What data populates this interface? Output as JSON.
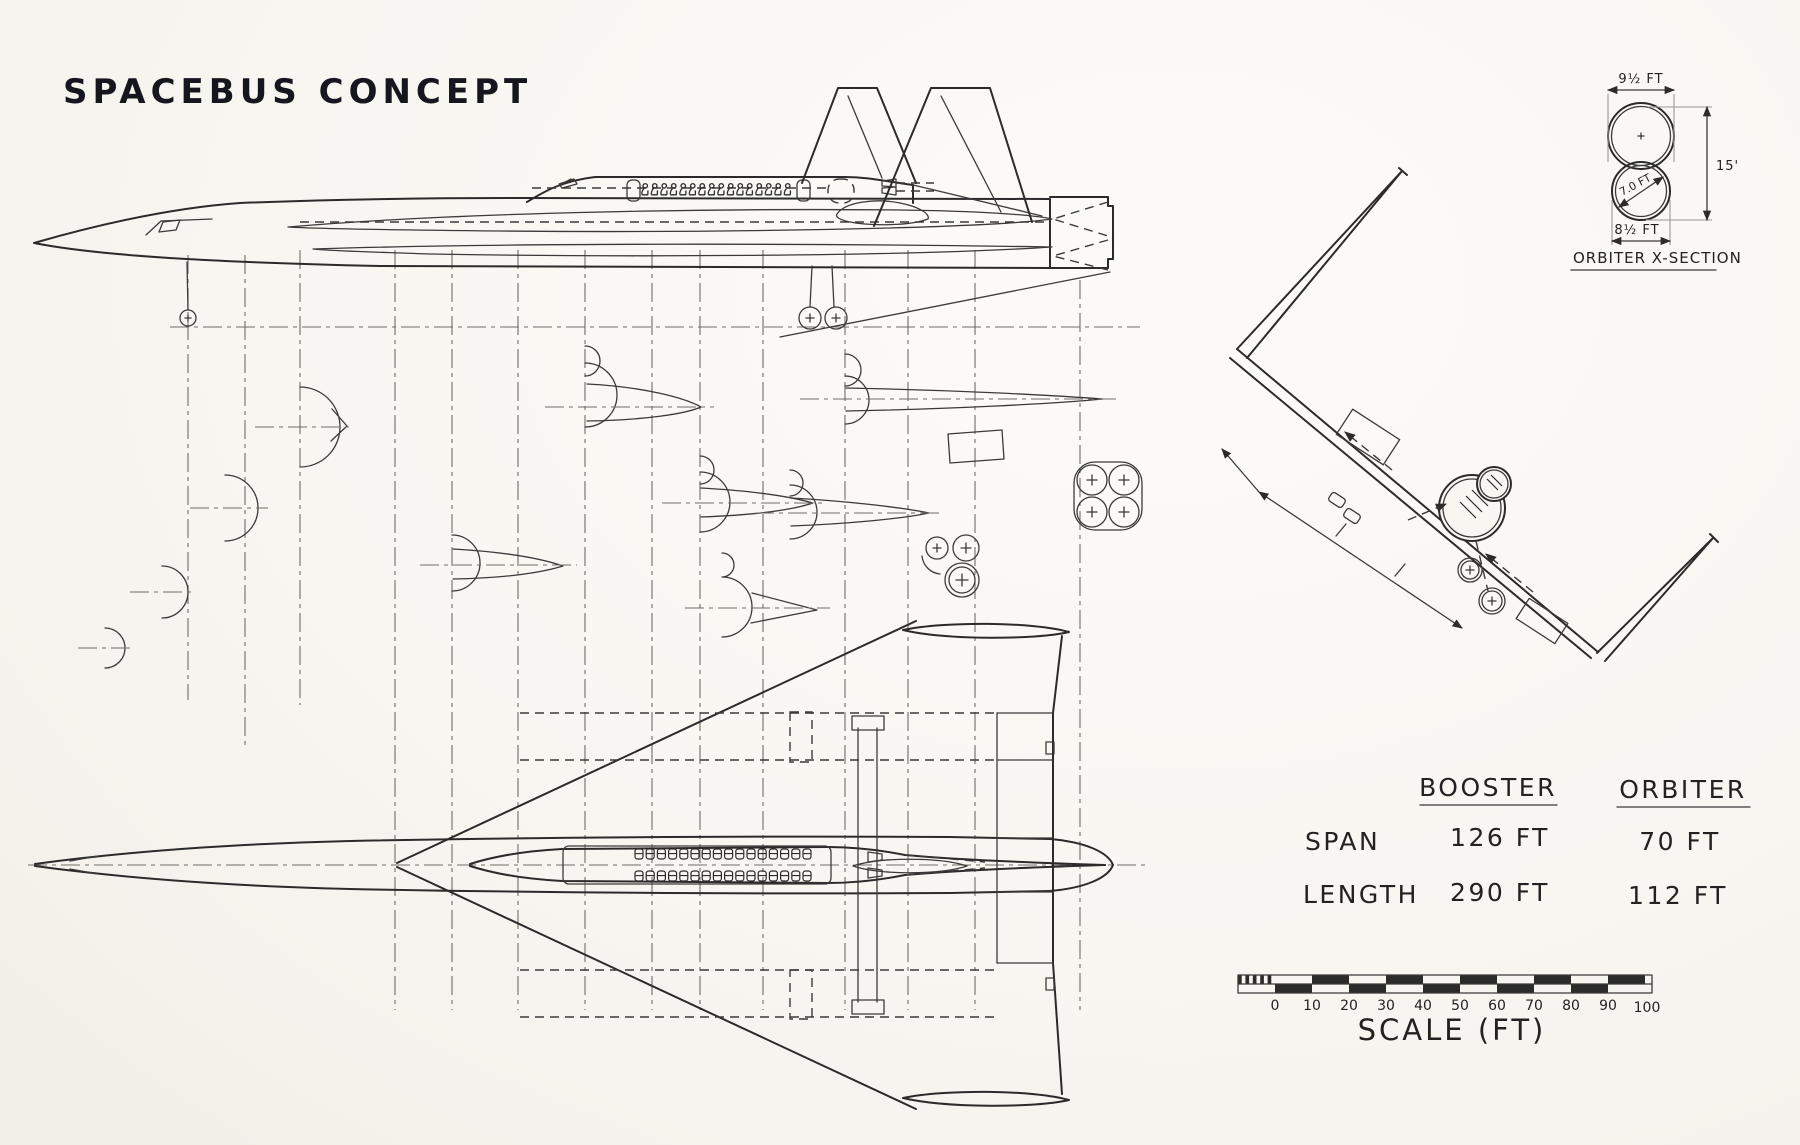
{
  "title": "SPACEBUS CONCEPT",
  "cross_section": {
    "label": "ORBITER X-SECTION",
    "dim_top_width": "9½ FT",
    "dim_height": "15'",
    "dim_lower_diameter": "7.0 FT",
    "dim_bottom_width": "8½ FT"
  },
  "dimensions_table": {
    "col_headers": [
      "BOOSTER",
      "ORBITER"
    ],
    "rows": [
      {
        "label": "SPAN",
        "booster": "126 FT",
        "orbiter": "70 FT"
      },
      {
        "label": "LENGTH",
        "booster": "290 FT",
        "orbiter": "112 FT"
      }
    ]
  },
  "scale_bar": {
    "label": "SCALE (FT)",
    "ticks": [
      "0",
      "10",
      "20",
      "30",
      "40",
      "50",
      "60",
      "70",
      "80",
      "90",
      "100"
    ]
  },
  "views": {
    "side_view": "booster-with-orbiter-side-elevation",
    "plan_view": "booster-with-orbiter-top-plan",
    "front_view": "mated-front-view-rotated-45deg",
    "section_detail": "orbiter-fuselage-cross-section"
  },
  "colors": {
    "paper": "#f8f6f1",
    "ink": "#2b2b2b",
    "title_ink": "#16161f",
    "construction": "#9a9892"
  }
}
